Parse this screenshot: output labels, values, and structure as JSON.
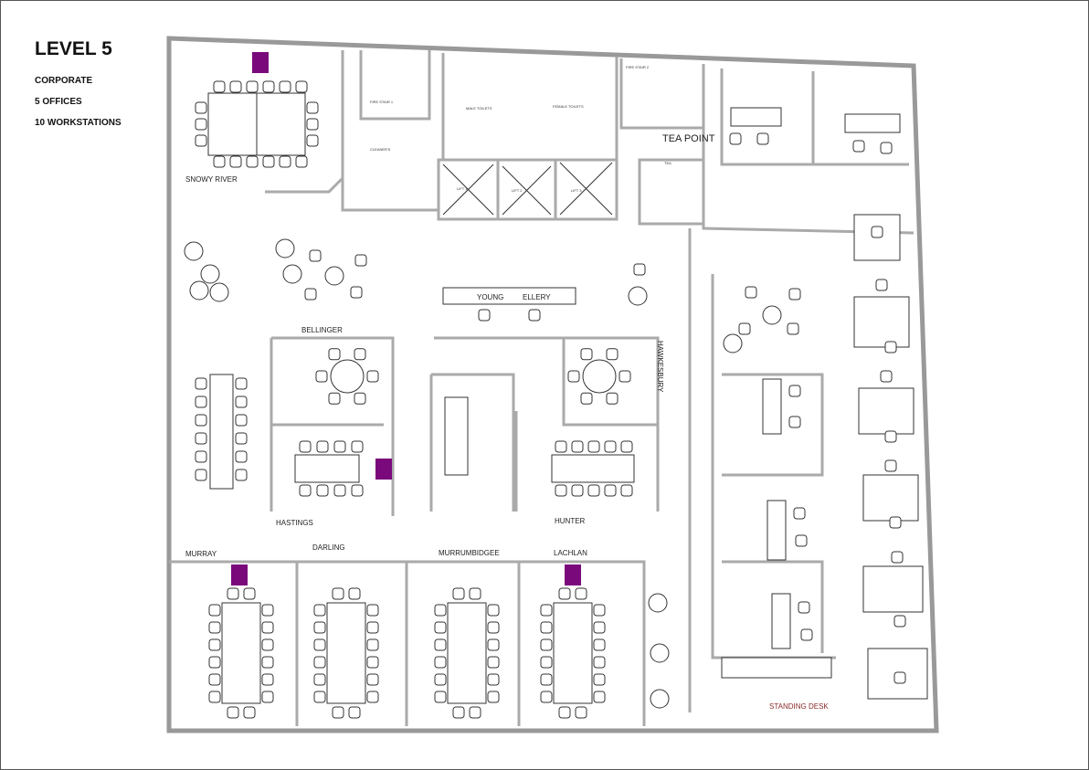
{
  "header": {
    "title": "LEVEL 5",
    "lines": [
      "CORPORATE",
      "5 OFFICES",
      "10 WORKSTATIONS"
    ]
  },
  "rooms": {
    "snowy_river": "SNOWY RIVER",
    "bellinger": "BELLINGER",
    "hastings": "HASTINGS",
    "hawkesbury": "HAWKESBURY",
    "hunter": "HUNTER",
    "murray": "MURRAY",
    "darling": "DARLING",
    "murrumbidgee": "MURRUMBIDGEE",
    "lachlan": "LACHLAN",
    "young": "YOUNG",
    "ellery": "ELLERY",
    "standing_desk": "STANDING DESK"
  },
  "core": {
    "fire_stair_1": "FIRE STAIR 1",
    "fire_stair_2": "FIRE STAIR 2",
    "male_toilets": "MALE TOILETS",
    "female_toilets": "FEMALE TOILETS",
    "cleaners": "CLEANER'S",
    "lift_1": "LIFT 1",
    "lift_2": "LIFT 2",
    "lift_3": "LIFT 3",
    "tea_point": "TEA POINT",
    "tea": "TEA"
  },
  "colors": {
    "marker": "#7a0a7c",
    "standing_desk": "#8a2a2a",
    "wall": "#999999"
  }
}
